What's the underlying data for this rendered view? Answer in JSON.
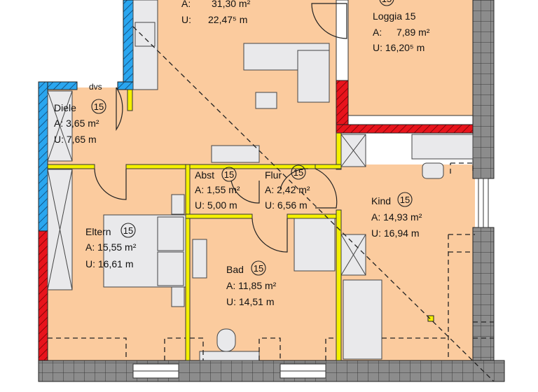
{
  "colors": {
    "floor": "#fbcb9e",
    "wall_existing_blue": "#2aa6ef",
    "wall_new_red": "#e8141c",
    "wall_light_yellow": "#f4f000",
    "exterior_wall_grey": "#8c8c8c",
    "furniture": "#e9e9eb"
  },
  "rooms": {
    "wohnen": {
      "area_label": "A:",
      "area": "31,30 m²",
      "perimeter_label": "U:",
      "perimeter": "22,47⁵ m"
    },
    "loggia": {
      "name": "Loggia 15",
      "number": "15",
      "area_label": "A:",
      "area": "7,89 m²",
      "perimeter": "U: 16,20⁵ m"
    },
    "diele": {
      "name": "Diele",
      "number": "15",
      "area": "A: 3,65 m²",
      "perimeter": "U: 7,65 m",
      "note": "dvs"
    },
    "abst": {
      "name": "Abst",
      "number": "15",
      "area": "A: 1,55 m²",
      "perimeter": "U: 5,00 m"
    },
    "flur": {
      "name": "Flur",
      "number": "15",
      "area": "A: 2,42 m²",
      "perimeter": "U: 6,56 m"
    },
    "kind": {
      "name": "Kind",
      "number": "15",
      "area": "A: 14,93 m²",
      "perimeter": "U: 16,94 m"
    },
    "eltern": {
      "name": "Eltern",
      "number": "15",
      "area": "A: 15,55 m²",
      "perimeter": "U: 16,61 m"
    },
    "bad": {
      "name": "Bad",
      "number": "15",
      "area": "A: 11,85 m²",
      "perimeter": "U: 14,51 m"
    }
  }
}
